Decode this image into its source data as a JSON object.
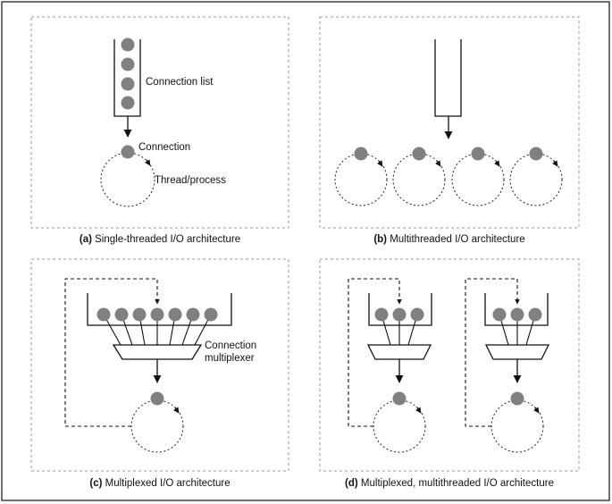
{
  "labels": {
    "connection_list": "Connection list",
    "connection": "Connection",
    "thread_process": "Thread/process",
    "connection_multiplexer_line1": "Connection",
    "connection_multiplexer_line2": "multiplexer"
  },
  "captions": {
    "a_letter": "(a)",
    "a_text": " Single-threaded I/O architecture",
    "b_letter": "(b)",
    "b_text": " Multithreaded I/O architecture",
    "c_letter": "(c)",
    "c_text": " Multiplexed I/O architecture",
    "d_letter": "(d)",
    "d_text": " Multiplexed, multithreaded I/O architecture"
  },
  "colors": {
    "ball": "#808080",
    "panel_border": "#9a9a9a",
    "line": "#111111"
  }
}
